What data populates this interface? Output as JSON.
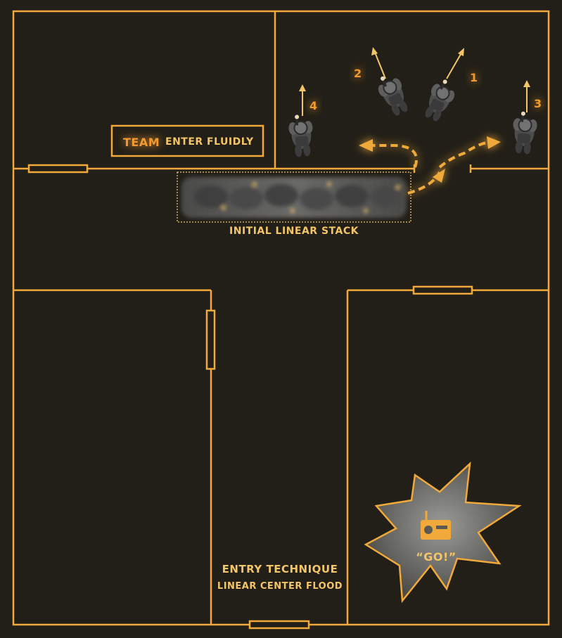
{
  "colors": {
    "background": "#221f18",
    "wall": "#f0a93a",
    "text": "#f3c567",
    "glow": "#f28a1e",
    "operator": "#6a6a6a"
  },
  "callout": {
    "highlight": "TEAM",
    "rest": "ENTER FLUIDLY"
  },
  "stack_label": "INITIAL LINEAR STACK",
  "entry": {
    "title": "ENTRY TECHNIQUE",
    "subtitle": "LINEAR CENTER FLOOD"
  },
  "go_command": "“GO!”",
  "operators": [
    {
      "number": "1"
    },
    {
      "number": "2"
    },
    {
      "number": "3"
    },
    {
      "number": "4"
    }
  ],
  "icons": {
    "radio": "radio-icon",
    "operator": "operator-topdown-icon",
    "arrow": "movement-arrow-icon"
  }
}
